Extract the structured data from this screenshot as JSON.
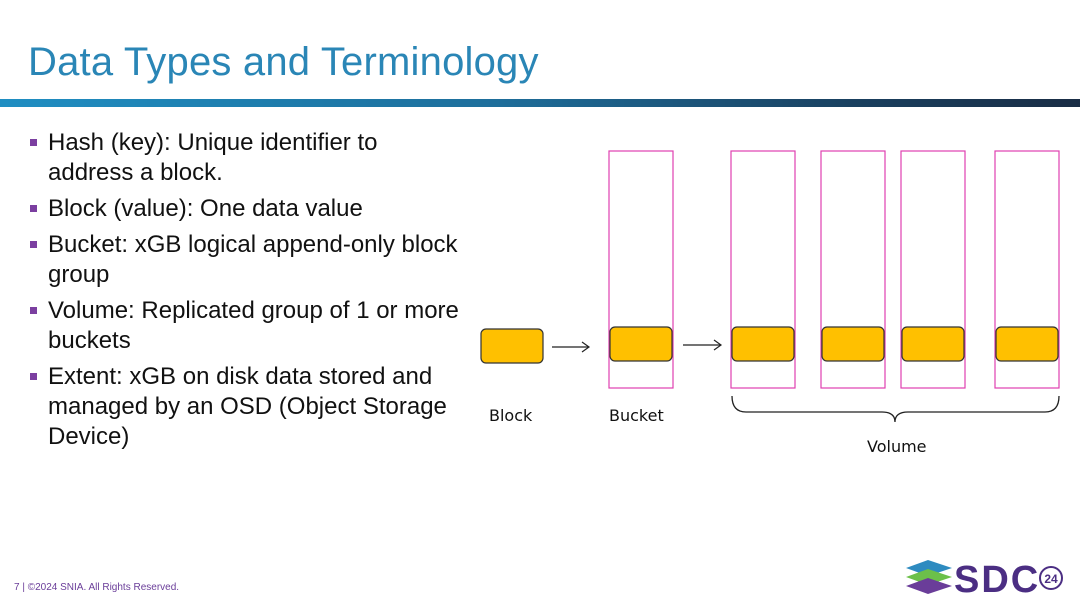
{
  "slide": {
    "title": "Data Types and Terminology",
    "bullets": [
      "Hash (key): Unique identifier to address a block.",
      "Block (value): One data value",
      "Bucket: xGB logical append-only block group",
      "Volume: Replicated group of 1 or more buckets",
      "Extent: xGB on disk data stored and managed by an OSD (Object Storage Device)"
    ]
  },
  "diagram": {
    "labels": {
      "block": "Block",
      "bucket": "Bucket",
      "volume": "Volume"
    },
    "colors": {
      "block_fill": "#ffc000",
      "bucket_border": "#e040b0",
      "arrow": "#222222"
    }
  },
  "footer": {
    "text": "7 | ©2024 SNIA. All Rights Reserved."
  },
  "logo": {
    "text": "SDC",
    "badge": "24",
    "colors": {
      "stack_top": "#2e8bc0",
      "stack_mid": "#6cc04a",
      "stack_bottom": "#6a3d99",
      "wordmark": "#4b2e83"
    }
  }
}
